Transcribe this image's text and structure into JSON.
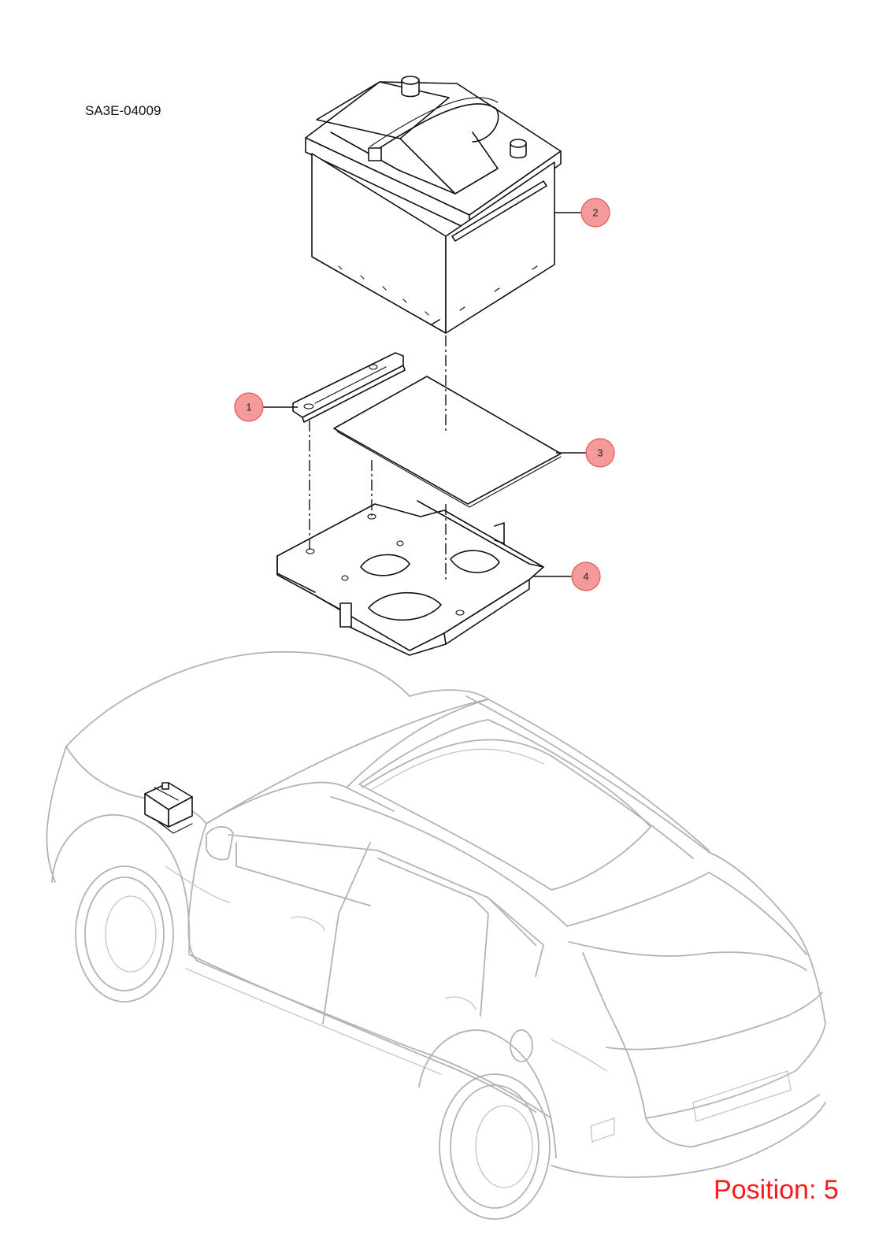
{
  "diagram_code": "SA3E-04009",
  "position_label": "Position: 5",
  "callouts": [
    "1",
    "2",
    "3",
    "4"
  ],
  "colors": {
    "callout_fill": "#f59a9a",
    "position_text": "#ff1a1a",
    "car_outline": "#b3b3b3"
  }
}
